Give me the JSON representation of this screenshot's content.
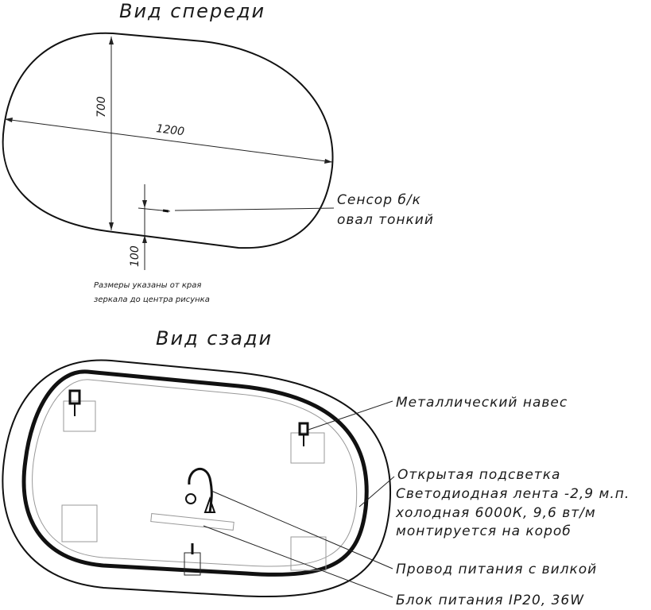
{
  "front": {
    "title": "Вид спереди",
    "dim_width": "1200",
    "dim_height": "700",
    "dim_offset": "100",
    "sensor_line1": "Сенсор б/к",
    "sensor_line2": "овал тонкий",
    "note_line1": "Размеры указаны от края",
    "note_line2": "зеркала до центра рисунка"
  },
  "back": {
    "title": "Вид сзади",
    "hanger": "Металлический навес",
    "led_line1": "Открытая подсветка",
    "led_line2": "Светодиодная лента -2,9 м.п.",
    "led_line3": "холодная 6000К, 9,6 вт/м",
    "led_line4": "монтируется на короб",
    "cable": "Провод питания с вилкой",
    "psu": "Блок питания IP20, 36W"
  }
}
